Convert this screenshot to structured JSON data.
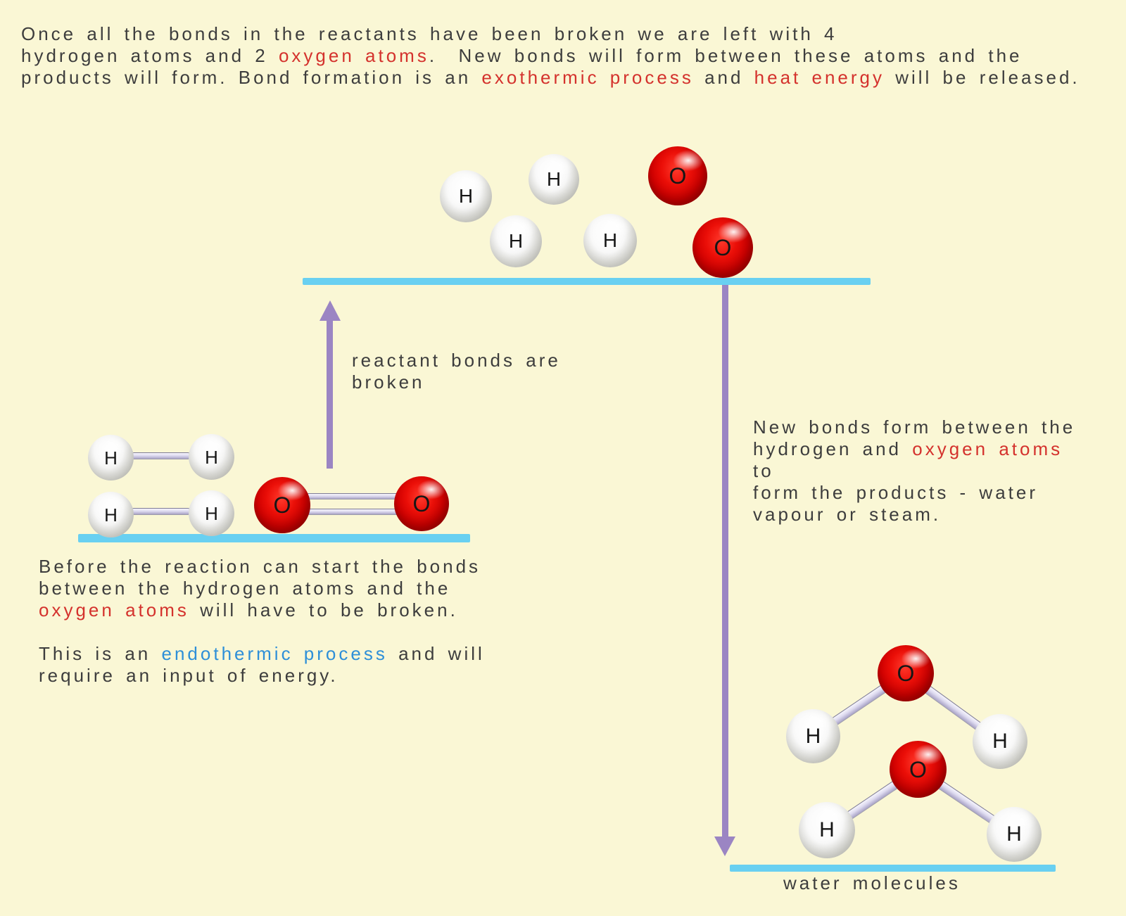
{
  "colors": {
    "background": "#FAF7D5",
    "platform_blue": "#69D0F1",
    "arrow_purple": "#9B85C3",
    "body_text": "#3D3D3D",
    "highlight_red": "#D4322D",
    "highlight_blue": "#2E8FD8",
    "oxygen_sphere": "#D80101",
    "hydrogen_sphere": "#FFFFFF"
  },
  "atoms": {
    "hydrogen_symbol": "H",
    "oxygen_symbol": "O"
  },
  "paragraph_top": {
    "seg1": "Once all the bonds in the reactants have been broken we are left with 4\nhydrogen atoms and 2 ",
    "highlight1": "oxygen atoms",
    "seg2": ".  New bonds will form between these atoms and the\nproducts will form. Bond formation is an ",
    "highlight2": "exothermic process",
    "seg3": " and ",
    "highlight3": "heat energy",
    "seg4": " will be released."
  },
  "label_reactant_arrow": "reactant bonds are\nbroken",
  "paragraph_right": {
    "seg1": "New bonds form between the\nhydrogen and ",
    "highlight": "oxygen atoms",
    "seg2": " to\nform the products - water\nvapour or steam."
  },
  "paragraph_left1": {
    "seg1": "Before the reaction can start the bonds\nbetween the hydrogen atoms and the\n",
    "highlight": "oxygen atoms",
    "seg2": " will have to be broken."
  },
  "paragraph_left2": {
    "seg1": "This is an ",
    "highlight": "endothermic process",
    "seg2": " and will\nrequire an input of energy."
  },
  "label_water": "water molecules"
}
